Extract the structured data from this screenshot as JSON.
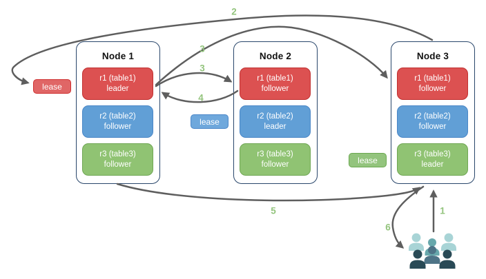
{
  "nodes": [
    {
      "title": "Node 1",
      "replicas": [
        {
          "name": "r1 (table1)",
          "role": "leader",
          "color": "red"
        },
        {
          "name": "r2 (table2)",
          "role": "follower",
          "color": "blue"
        },
        {
          "name": "r3 (table3)",
          "role": "follower",
          "color": "green"
        }
      ]
    },
    {
      "title": "Node 2",
      "replicas": [
        {
          "name": "r1 (table1)",
          "role": "follower",
          "color": "red"
        },
        {
          "name": "r2 (table2)",
          "role": "leader",
          "color": "blue"
        },
        {
          "name": "r3 (table3)",
          "role": "follower",
          "color": "green"
        }
      ]
    },
    {
      "title": "Node 3",
      "replicas": [
        {
          "name": "r1 (table1)",
          "role": "follower",
          "color": "red"
        },
        {
          "name": "r2 (table2)",
          "role": "follower",
          "color": "blue"
        },
        {
          "name": "r3 (table3)",
          "role": "leader",
          "color": "green"
        }
      ]
    }
  ],
  "leases": [
    {
      "label": "lease",
      "color": "red"
    },
    {
      "label": "lease",
      "color": "blue"
    },
    {
      "label": "lease",
      "color": "green"
    }
  ],
  "steps": {
    "s1": "1",
    "s2": "2",
    "s3a": "3",
    "s3b": "3",
    "s4": "4",
    "s5": "5",
    "s6": "6"
  },
  "icons": {
    "users": "users-group-icon"
  },
  "colors": {
    "replica_red": "#dc5151",
    "replica_blue": "#619fd6",
    "replica_green": "#90c373",
    "node_border": "#28456a",
    "arrow_gray": "#5e5e5e",
    "step_green": "#93c47d",
    "users_light_teal": "#a8d4d6",
    "users_teal": "#68a8ac",
    "users_steel": "#4e7487",
    "users_dark": "#294a56"
  }
}
